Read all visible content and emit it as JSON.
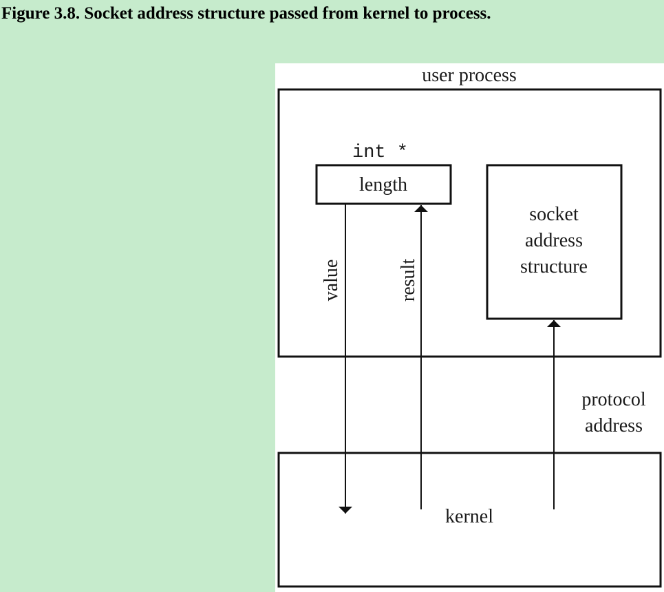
{
  "caption": "Figure 3.8. Socket address structure passed from kernel to process.",
  "diagram": {
    "user_process_label": "user process",
    "type_label": "int *",
    "length_label": "length",
    "value_label": "value",
    "result_label": "result",
    "socket_struct_lines": [
      "socket",
      "address",
      "structure"
    ],
    "protocol_address_lines": [
      "protocol",
      "address"
    ],
    "kernel_label": "kernel"
  }
}
